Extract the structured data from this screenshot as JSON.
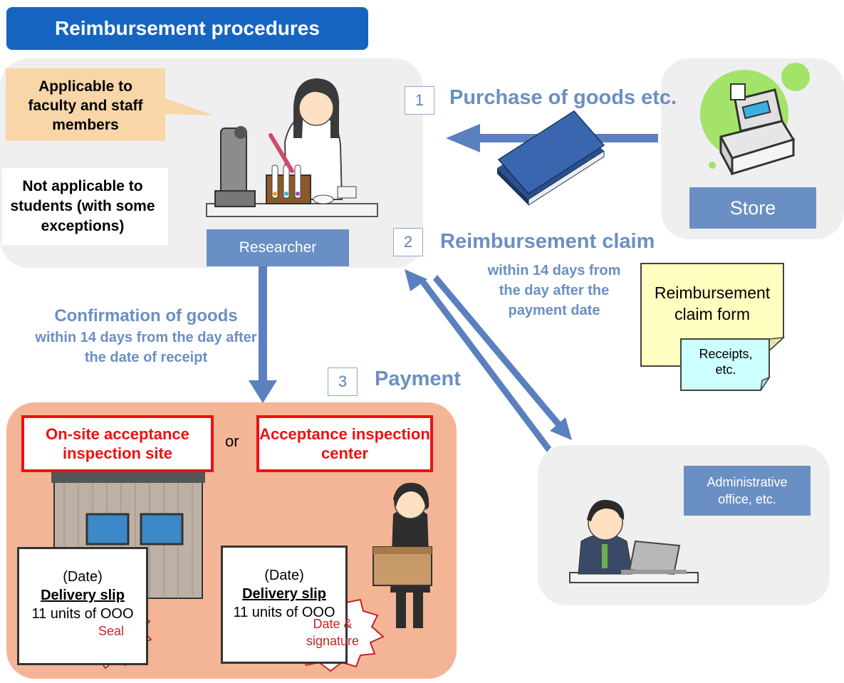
{
  "title": "Reimbursement procedures",
  "researcher_panel": {
    "applicable_note": "Applicable to faculty and staff members",
    "not_applicable_note": "Not applicable to students (with some exceptions)",
    "label": "Researcher"
  },
  "store_panel": {
    "label": "Store"
  },
  "step1": {
    "number": "1",
    "text": "Purchase of goods etc."
  },
  "step2": {
    "number": "2",
    "text": "Reimbursement claim",
    "deadline": "within 14 days from the day after the payment date"
  },
  "step3": {
    "number": "3",
    "text": "Payment"
  },
  "claim_form": {
    "label": "Reimbursement claim form",
    "receipts": "Receipts, etc."
  },
  "confirmation": {
    "heading": "Confirmation of goods",
    "deadline": "within 14 days from the day after the date of receipt"
  },
  "inspection": {
    "onsite": "On-site acceptance inspection site",
    "or": "or",
    "center": "Acceptance inspection center",
    "slip1": {
      "date": "(Date)",
      "title": "Delivery slip",
      "items": "11 units of OOO",
      "stamp": "Seal"
    },
    "slip2": {
      "date": "(Date)",
      "title": "Delivery slip",
      "items": "11 units of OOO",
      "stamp": "Date & signature"
    }
  },
  "admin_panel": {
    "label": "Administrative office, etc."
  },
  "colors": {
    "title_bg": "#1565c0",
    "label_blue": "#6a8fc4",
    "arrow_blue": "#5b80bf",
    "red": "#ee1111",
    "peach": "#f4b596",
    "panel_grey": "#efefef"
  }
}
